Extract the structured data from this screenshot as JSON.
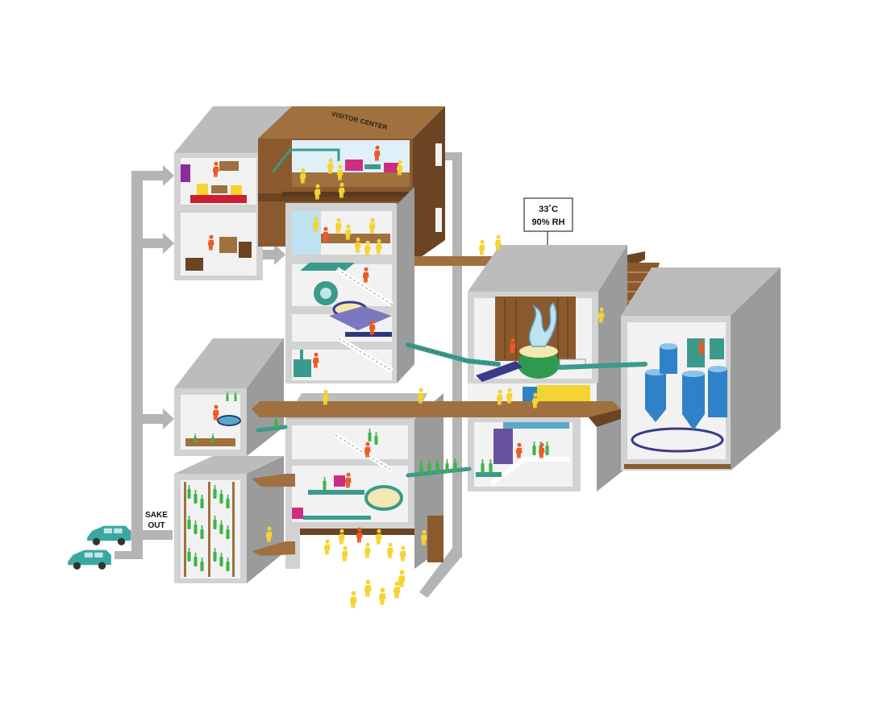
{
  "labels": {
    "visitor_center": "VISITOR CENTER",
    "sake_out_line1": "SAKE",
    "sake_out_line2": "OUT",
    "climate_temp": "33˚C",
    "climate_humidity": "90% RH"
  },
  "colors": {
    "concrete_front": "#d2d2d2",
    "concrete_side": "#9b9b9b",
    "concrete_top": "#bcbcbc",
    "interior": "#f2f2f2",
    "wood": "#a0703f",
    "wood_dark": "#6a4423",
    "visitor": "#f4d430",
    "worker": "#ec5a26",
    "machinery": "#3a9a8c",
    "bottle": "#3cb44a",
    "tank": "#2f82c8",
    "vehicle": "#3aa8a0",
    "arrow_pipe": "#b4b4b4"
  },
  "icons": [
    "delivery-truck-icon",
    "person-visitor-icon",
    "person-worker-icon",
    "sake-bottle-icon",
    "fermentation-tank-icon",
    "steam-icon",
    "flow-arrow-icon"
  ]
}
